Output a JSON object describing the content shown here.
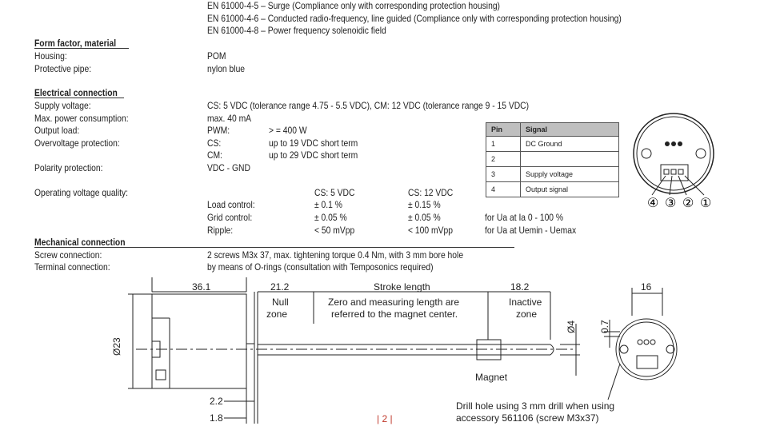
{
  "emc_lines": [
    "EN 61000-4-5 – Surge (Compliance only with corresponding protection housing)",
    "EN 61000-4-6 – Conducted radio-frequency, line guided (Compliance only with corresponding protection housing)",
    "EN 61000-4-8 – Power frequency solenoidic field"
  ],
  "form_factor": {
    "heading": "Form factor, material",
    "rows": [
      {
        "label": "Housing:",
        "value": "POM"
      },
      {
        "label": "Protective pipe:",
        "value": "nylon blue"
      }
    ]
  },
  "electrical": {
    "heading": "Electrical connection",
    "supply_label": "Supply voltage:",
    "supply_value": "CS: 5 VDC (tolerance range 4.75 - 5.5 VDC), CM: 12 VDC (tolerance range 9 - 15 VDC)",
    "power_label": "Max. power consumption:",
    "power_value": "max.  40 mA",
    "output_label": "Output load:",
    "pwm_label": "PWM:",
    "pwm_value": "> = 400 W",
    "overvoltage_label": "Overvoltage protection:",
    "cs_label": "CS:",
    "cs_value": "up to 19 VDC short term",
    "cm_label": "CM:",
    "cm_value": "up to 29 VDC short term",
    "polarity_label": "Polarity protection:",
    "polarity_value": "VDC - GND",
    "quality_label": "Operating voltage quality:",
    "col_cs": "CS: 5 VDC",
    "col_cm": "CS: 12 VDC",
    "quality_rows": [
      {
        "label": "Load control:",
        "cs": "± 0.1 %",
        "cm": "± 0.15 %",
        "note": "for Ua at Ia 0 - 100 %"
      },
      {
        "label": "Grid control:",
        "cs": "± 0.05 %",
        "cm": "± 0.05 %",
        "note": "for Ua at Uemin - Uemax"
      },
      {
        "label": "Ripple:",
        "cs": "< 50 mVpp",
        "cm": "< 100 mVpp",
        "note": ""
      }
    ]
  },
  "pin_table": {
    "headers": [
      "Pin",
      "Signal"
    ],
    "rows": [
      {
        "pin": "1",
        "signal": "DC Ground"
      },
      {
        "pin": "2",
        "signal": ""
      },
      {
        "pin": "3",
        "signal": "Supply voltage"
      },
      {
        "pin": "4",
        "signal": "Output signal"
      }
    ]
  },
  "connector_pins": [
    "④",
    "③",
    "②",
    "①"
  ],
  "mechanical": {
    "heading": "Mechanical connection",
    "rows": [
      {
        "label": "Screw connection:",
        "value": "2 screws M3x 37, max. tightening torque 0.4 Nm, with 3 mm bore hole"
      },
      {
        "label": "Terminal connection:",
        "value": "by means of O-rings (consultation with Temposonics required)"
      }
    ]
  },
  "drawing": {
    "dim_36_1": "36.1",
    "dim_21_2": "21.2",
    "stroke_length": "Stroke length",
    "dim_18_2": "18.2",
    "dim_16": "16",
    "null_zone_1": "Null",
    "null_zone_2": "zone",
    "zero_line1": "Zero and measuring length are",
    "zero_line2": "referred to the magnet center.",
    "inactive_1": "Inactive",
    "inactive_2": "zone",
    "dia_23": "Ø23",
    "dia_4": "Ø4",
    "dim_0_7": "0.7",
    "magnet": "Magnet",
    "dim_2_2": "2.2",
    "dim_1_8": "1.8",
    "drill_line1": "Drill hole using 3 mm drill when using",
    "drill_line2": "accessory 561106 (screw M3x37)"
  },
  "page_number": "| 2 |"
}
